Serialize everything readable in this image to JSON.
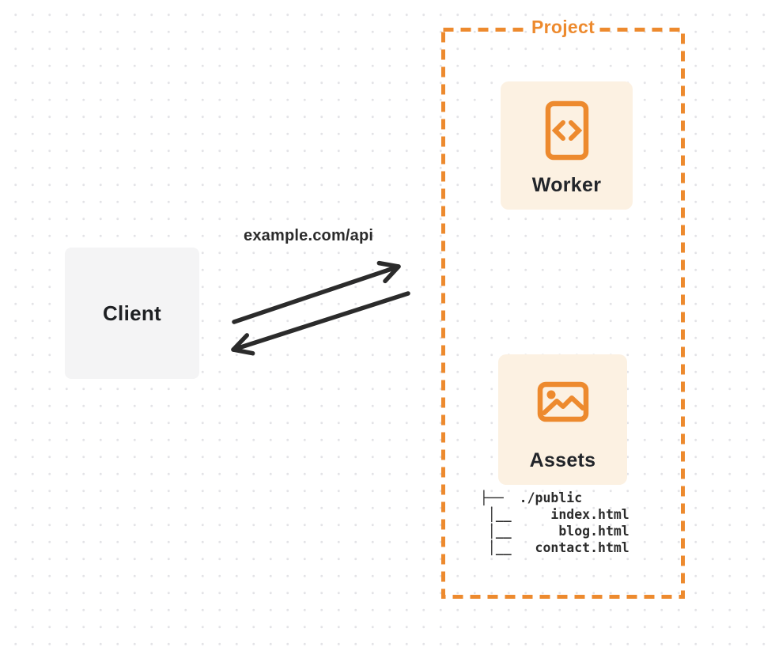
{
  "client": {
    "label": "Client"
  },
  "request_label": "example.com/api",
  "project": {
    "label": "Project",
    "worker": {
      "label": "Worker",
      "icon": "code-file-icon"
    },
    "assets": {
      "label": "Assets",
      "icon": "image-icon"
    },
    "file_tree": {
      "lines": [
        "├──  ./public",
        " │__     index.html",
        " │__      blog.html",
        " │__   contact.html"
      ]
    }
  },
  "colors": {
    "accent_orange": "#ED8A2E",
    "card_background": "#FCF1E2",
    "client_background": "#F4F4F5",
    "ink": "#2B2B2B"
  }
}
